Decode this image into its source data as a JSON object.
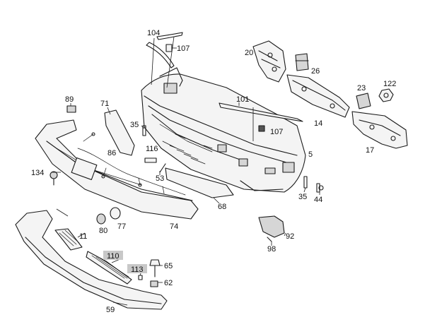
{
  "diagram": {
    "labels": {
      "p104": "104",
      "p107a": "107",
      "p20": "20",
      "p26": "26",
      "p89": "89",
      "p71": "71",
      "p101": "101",
      "p23": "23",
      "p122": "122",
      "p35a": "35",
      "p107b": "107",
      "p14": "14",
      "p86": "86",
      "p116": "116",
      "p17": "17",
      "p5": "5",
      "p134": "134",
      "p53": "53",
      "p35b": "35",
      "p44": "44",
      "p68": "68",
      "p80": "80",
      "p77": "77",
      "p74": "74",
      "p11": "11",
      "p92": "92",
      "p98": "98",
      "p110": "110",
      "p113": "113",
      "p65": "65",
      "p62": "62",
      "p59": "59"
    },
    "highlighted": [
      "110",
      "113"
    ],
    "colors": {
      "stroke": "#1a1a1a",
      "label_highlight": "#c8c8c8"
    }
  }
}
